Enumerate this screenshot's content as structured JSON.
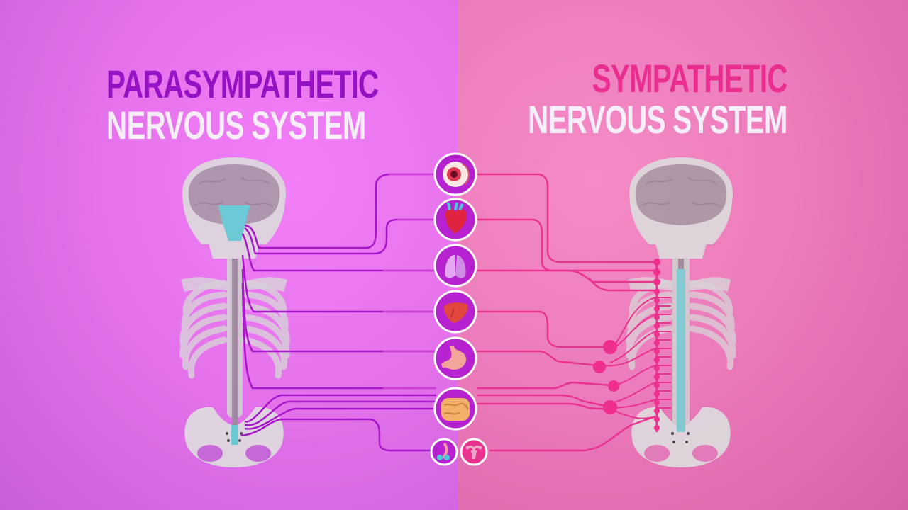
{
  "left_title": {
    "line1": "PARASYMPATHETIC",
    "line2": "NERVOUS SYSTEM",
    "accent": "#9412c4"
  },
  "right_title": {
    "line1": "SYMPATHETIC",
    "line2": "NERVOUS SYSTEM",
    "accent": "#ea2e8f"
  },
  "colors": {
    "parasympathetic_nerve": "#a816c9",
    "parasympathetic_nerve_light": "#d63ed6",
    "sympathetic_nerve": "#e8338f",
    "sympathetic_ganglion": "#ee2f8e",
    "brainstem": "#5fd2d4",
    "bone": "#dcdcdc",
    "brain": "#a89aa7"
  },
  "organs": [
    {
      "name": "eye-icon"
    },
    {
      "name": "heart-icon"
    },
    {
      "name": "lungs-icon"
    },
    {
      "name": "liver-icon"
    },
    {
      "name": "stomach-icon"
    },
    {
      "name": "intestines-icon"
    },
    {
      "name": "male-reproductive-icon"
    },
    {
      "name": "female-reproductive-icon"
    }
  ]
}
